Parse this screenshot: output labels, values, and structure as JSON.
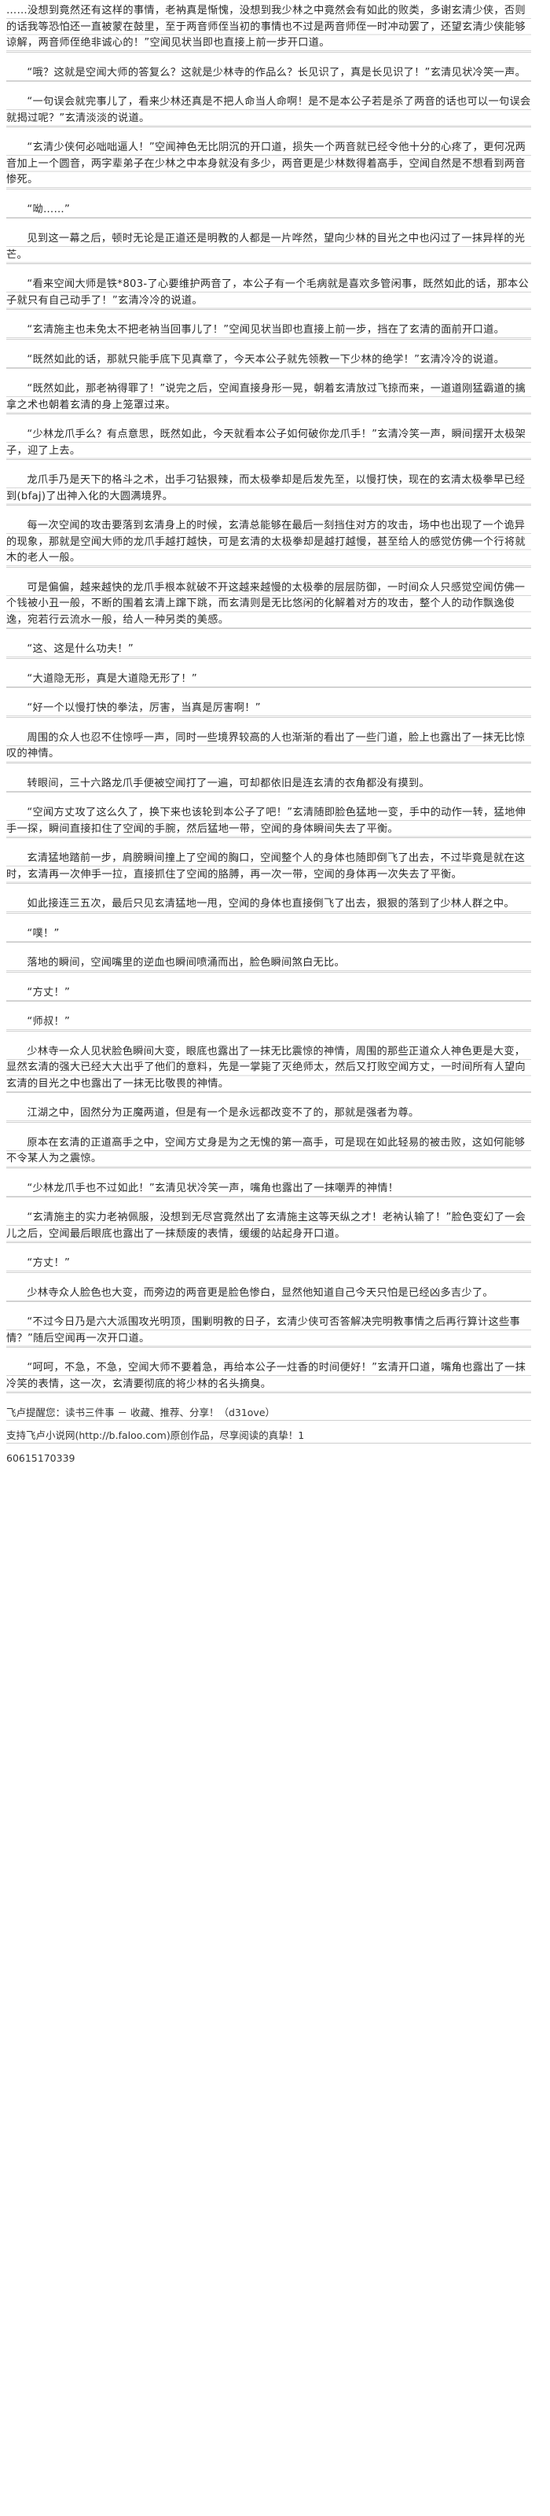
{
  "paragraphs": [
    "……没想到竟然还有这样的事情，老衲真是惭愧，没想到我少林之中竟然会有如此的败类，多谢玄清少侠，否则的话我等恐怕还一直被蒙在鼓里，至于两音师侄当初的事情也不过是两音师侄一时冲动罢了，还望玄清少侠能够谅解，两音师侄绝非诚心的！”空闻见状当即也直接上前一步开口道。",
    "“哦？这就是空闻大师的答复么？这就是少林寺的作品么？长见识了，真是长见识了！”玄清见状冷笑一声。",
    "“一句误会就完事儿了，看来少林还真是不把人命当人命啊！是不是本公子若是杀了两音的话也可以一句误会就揭过呢？”玄清淡淡的说道。",
    "“玄清少侠何必咄咄逼人！”空闻神色无比阴沉的开口道，损失一个两音就已经令他十分的心疼了，更何况两音加上一个圆音，两字辈弟子在少林之中本身就没有多少，两音更是少林数得着高手，空闻自然是不想看到两音惨死。",
    "“呦……”",
    "见到这一幕之后，顿时无论是正道还是明教的人都是一片哗然，望向少林的目光之中也闪过了一抹异样的光芒。",
    "“看来空闻大师是铁*803-了心要维护两音了，本公子有一个毛病就是喜欢多管闲事，既然如此的话，那本公子就只有自己动手了！”玄清冷冷的说道。",
    "“玄清施主也未免太不把老衲当回事儿了！”空闻见状当即也直接上前一步，挡在了玄清的面前开口道。",
    "“既然如此的话，那就只能手底下见真章了，今天本公子就先领教一下少林的绝学！”玄清冷冷的说道。",
    "“既然如此，那老衲得罪了！”说完之后，空闻直接身形一晃，朝着玄清放过飞掠而来，一道道刚猛霸道的擒拿之术也朝着玄清的身上笼罩过来。",
    "“少林龙爪手么？有点意思，既然如此，今天就看本公子如何破你龙爪手！”玄清冷笑一声，瞬间摆开太极架子，迎了上去。",
    "龙爪手乃是天下的格斗之术，出手刁钻狠辣，而太极拳却是后发先至，以慢打快，现在的玄清太极拳早已经到(bfaj)了出神入化的大圆满境界。",
    "每一次空闻的攻击要落到玄清身上的时候，玄清总能够在最后一刻挡住对方的攻击，场中也出现了一个诡异的现象，那就是空闻大师的龙爪手越打越快，可是玄清的太极拳却是越打越慢，甚至给人的感觉仿佛一个行将就木的老人一般。",
    "可是偏偏，越来越快的龙爪手根本就破不开这越来越慢的太极拳的层层防御，一时间众人只感觉空闻仿佛一个钱被小丑一般，不断的围着玄清上蹿下跳，而玄清则是无比悠闲的化解着对方的攻击，整个人的动作飘逸俊逸，宛若行云流水一般，给人一种另类的美感。",
    "“这、这是什么功夫！”",
    "“大道隐无形，真是大道隐无形了！”",
    "“好一个以慢打快的拳法，厉害，当真是厉害啊！”",
    "周围的众人也忍不住惊呼一声，同时一些境界较高的人也渐渐的看出了一些门道，脸上也露出了一抹无比惊叹的神情。",
    "转眼间，三十六路龙爪手便被空闻打了一遍，可却都依旧是连玄清的衣角都没有摸到。",
    "“空闻方丈攻了这么久了，换下来也该轮到本公子了吧！”玄清随即脸色猛地一变，手中的动作一转，猛地伸手一探，瞬间直接扣住了空闻的手腕，然后猛地一带，空闻的身体瞬间失去了平衡。",
    "玄清猛地踏前一步，肩膀瞬间撞上了空闻的胸口，空闻整个人的身体也随即倒飞了出去，不过毕竟是就在这时，玄清再一次伸手一拉，直接抓住了空闻的胳膊，再一次一带，空闻的身体再一次失去了平衡。",
    "如此接连三五次，最后只见玄清猛地一甩，空闻的身体也直接倒飞了出去，狠狠的落到了少林人群之中。",
    "“噗！”",
    "落地的瞬间，空闻嘴里的逆血也瞬间喷涌而出，脸色瞬间煞白无比。",
    "“方丈！”",
    "“师叔！”",
    "少林寺一众人见状脸色瞬间大变，眼底也露出了一抹无比震惊的神情，周围的那些正道众人神色更是大变，显然玄清的强大已经大大出乎了他们的意料，先是一掌毙了灭绝师太，然后又打败空闻方丈，一时间所有人望向玄清的目光之中也露出了一抹无比敬畏的神情。",
    "江湖之中，固然分为正魔两道，但是有一个是永远都改变不了的，那就是强者为尊。",
    "原本在玄清的正道高手之中，空闻方丈身是为之无愧的第一高手，可是现在如此轻易的被击败，这如何能够不令某人为之震惊。",
    "“少林龙爪手也不过如此！”玄清见状冷笑一声，嘴角也露出了一抹嘲弄的神情！",
    "“玄清施主的实力老衲佩服，没想到无尽宫竟然出了玄清施主这等天纵之才！老衲认输了！”脸色变幻了一会儿之后，空闻最后眼底也露出了一抹颓废的表情，缓缓的站起身开口道。",
    "“方丈！”",
    "少林寺众人脸色也大变，而旁边的两音更是脸色惨白，显然他知道自己今天只怕是已经凶多吉少了。",
    "“不过今日乃是六大派围攻光明顶，围剿明教的日子，玄清少侠可否答解决完明教事情之后再行算计这些事情？”随后空闻再一次开口道。",
    "“呵呵，不急，不急，空闻大师不要着急，再给本公子一炷香的时间便好！”玄清开口道，嘴角也露出了一抹冷笑的表情，这一次，玄清要彻底的将少林的名头摘臭。"
  ],
  "footer": {
    "recommend": "飞卢提醒您：读书三件事 － 收藏、推荐、分享！（d31ove）",
    "support": "支持飞卢小说网(http://b.faloo.com)原创作品，尽享阅读的真挚！1",
    "code": "60615170339"
  }
}
